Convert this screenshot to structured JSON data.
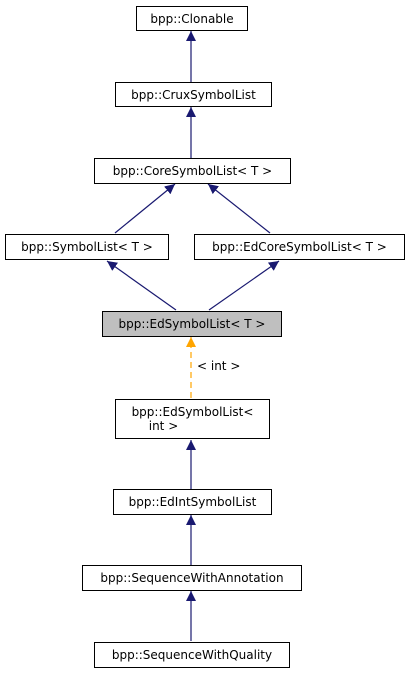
{
  "nodes": {
    "clonable": "bpp::Clonable",
    "crux": "bpp::CruxSymbolList",
    "core": "bpp::CoreSymbolList< T >",
    "symbollist": "bpp::SymbolList< T >",
    "edcore": "bpp::EdCoreSymbolList< T >",
    "edsymbollist": "bpp::EdSymbolList< T >",
    "edsymbollist_int_line1": "bpp::EdSymbolList<",
    "edsymbollist_int_line2": "int >",
    "edint": "bpp::EdIntSymbolList",
    "seqann": "bpp::SequenceWithAnnotation",
    "seqqual": "bpp::SequenceWithQuality"
  },
  "edge_labels": {
    "template_arg": "< int >"
  },
  "colors": {
    "inheritance_edge": "#191970",
    "template_edge": "#ffa500",
    "current_node_fill": "#bfbfbf"
  }
}
